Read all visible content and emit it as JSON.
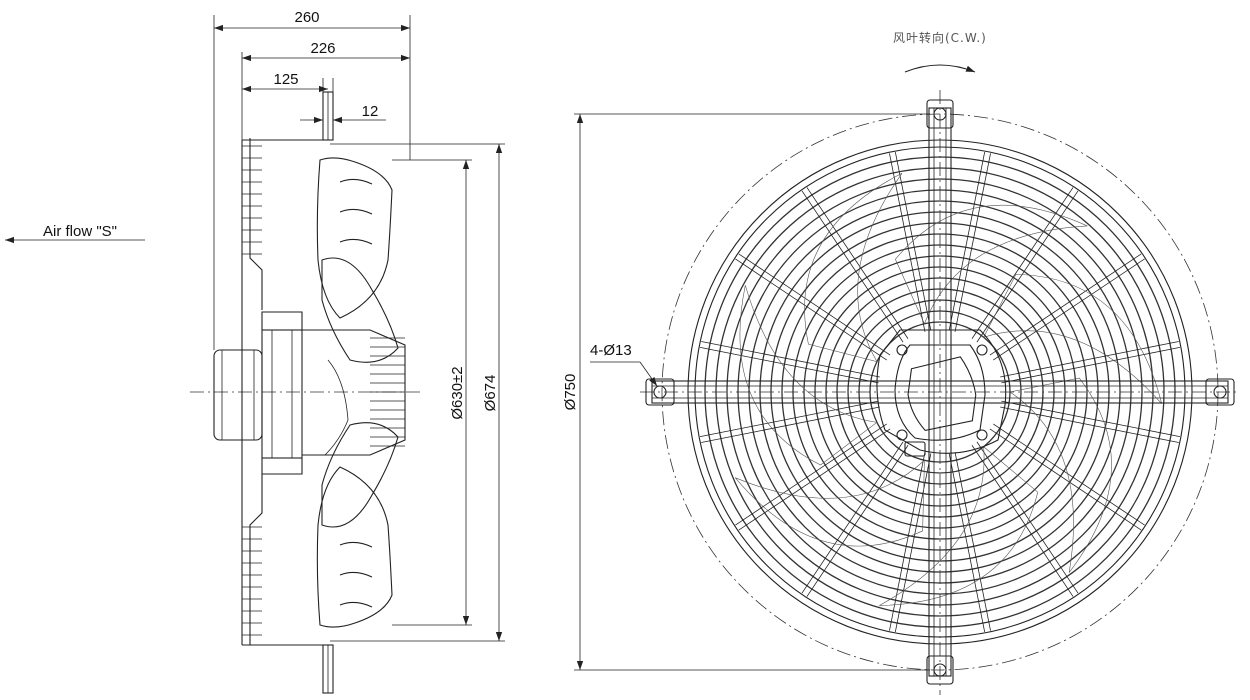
{
  "side_view": {
    "dims": {
      "overall_depth": "260",
      "guard_depth": "226",
      "mount_offset": "125",
      "flange_thickness": "12",
      "blade_diameter": "Ø630±2",
      "guard_diameter": "Ø674"
    },
    "airflow_label": "Air flow \"S\""
  },
  "front_view": {
    "rotation_note": "风叶转向(C.W.)",
    "hole_spec": "4-Ø13",
    "mount_diameter": "Ø750"
  },
  "colors": {
    "line": "#222222",
    "background": "#ffffff"
  }
}
